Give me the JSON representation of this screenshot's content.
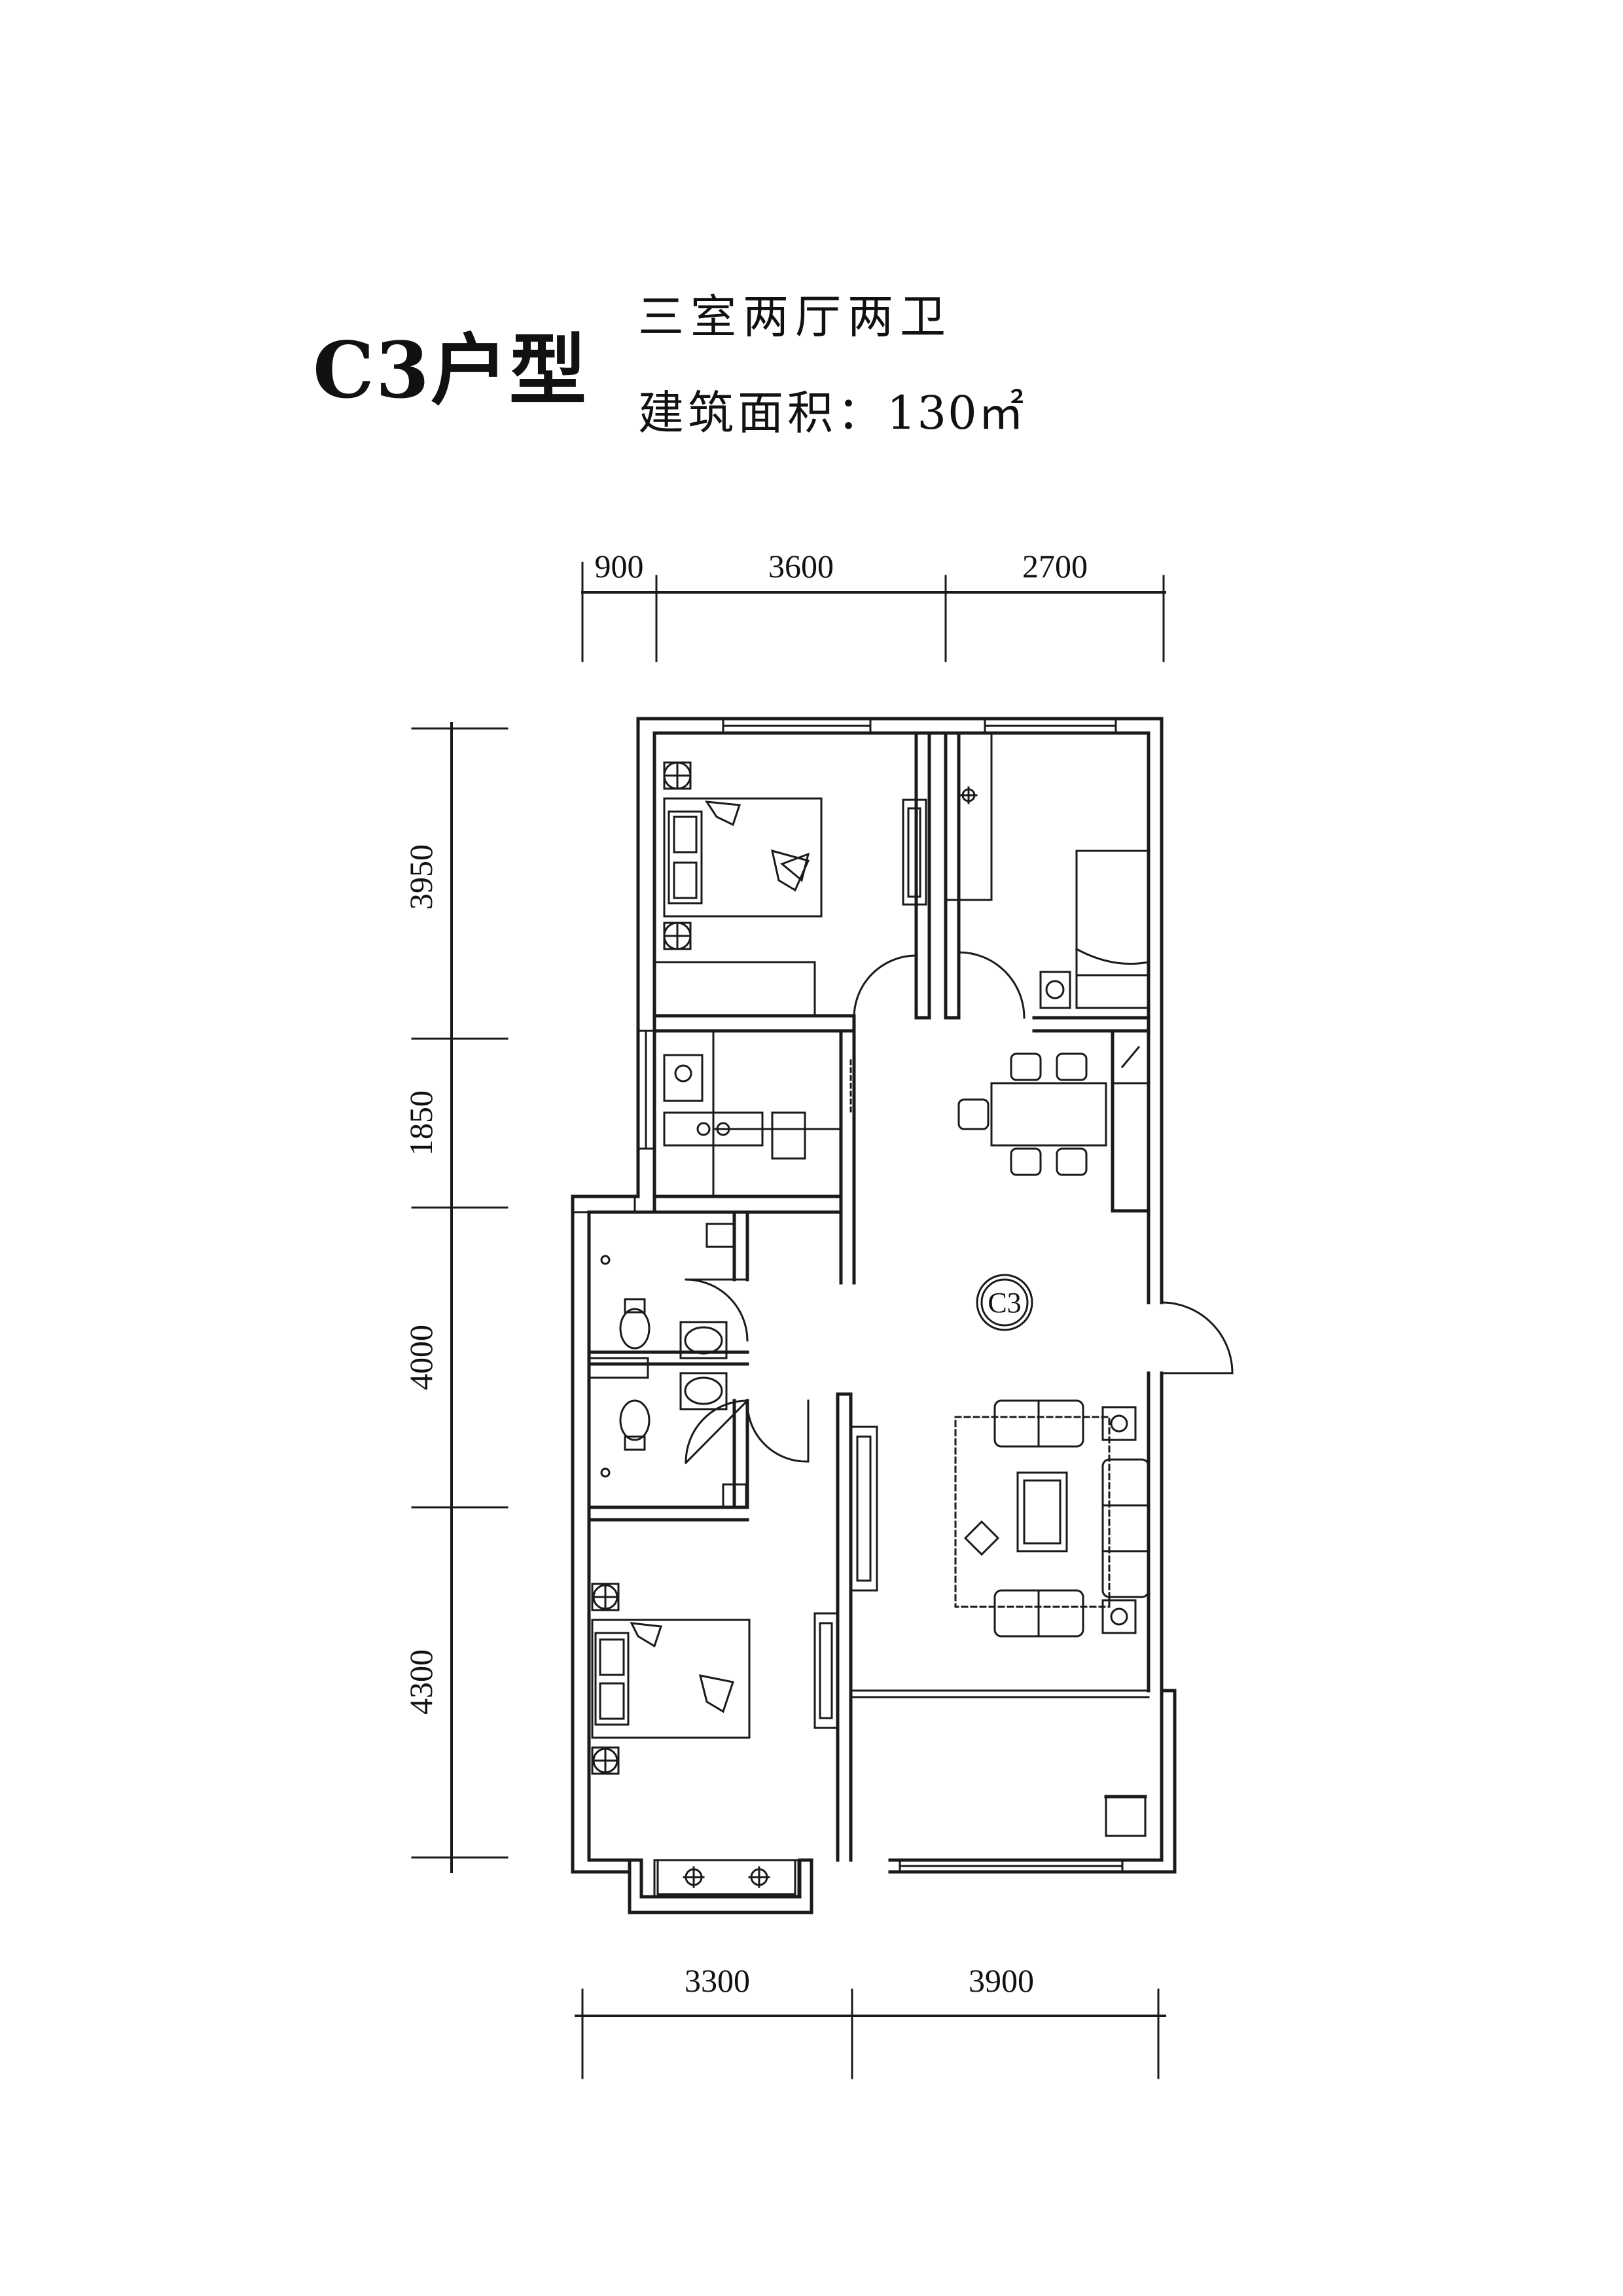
{
  "header": {
    "unit_type": "C3户型",
    "layout_desc": "三室两厅两卫",
    "area_label": "建筑面积：",
    "area_value": "130",
    "area_unit": "㎡"
  },
  "plan": {
    "unit_badge": "C3",
    "dims_top": [
      "900",
      "3600",
      "2700"
    ],
    "dims_left": [
      "3950",
      "1850",
      "4000",
      "4300"
    ],
    "dims_bottom": [
      "3300",
      "3900"
    ]
  },
  "colors": {
    "line": "#1a1a1a",
    "background": "#ffffff"
  }
}
